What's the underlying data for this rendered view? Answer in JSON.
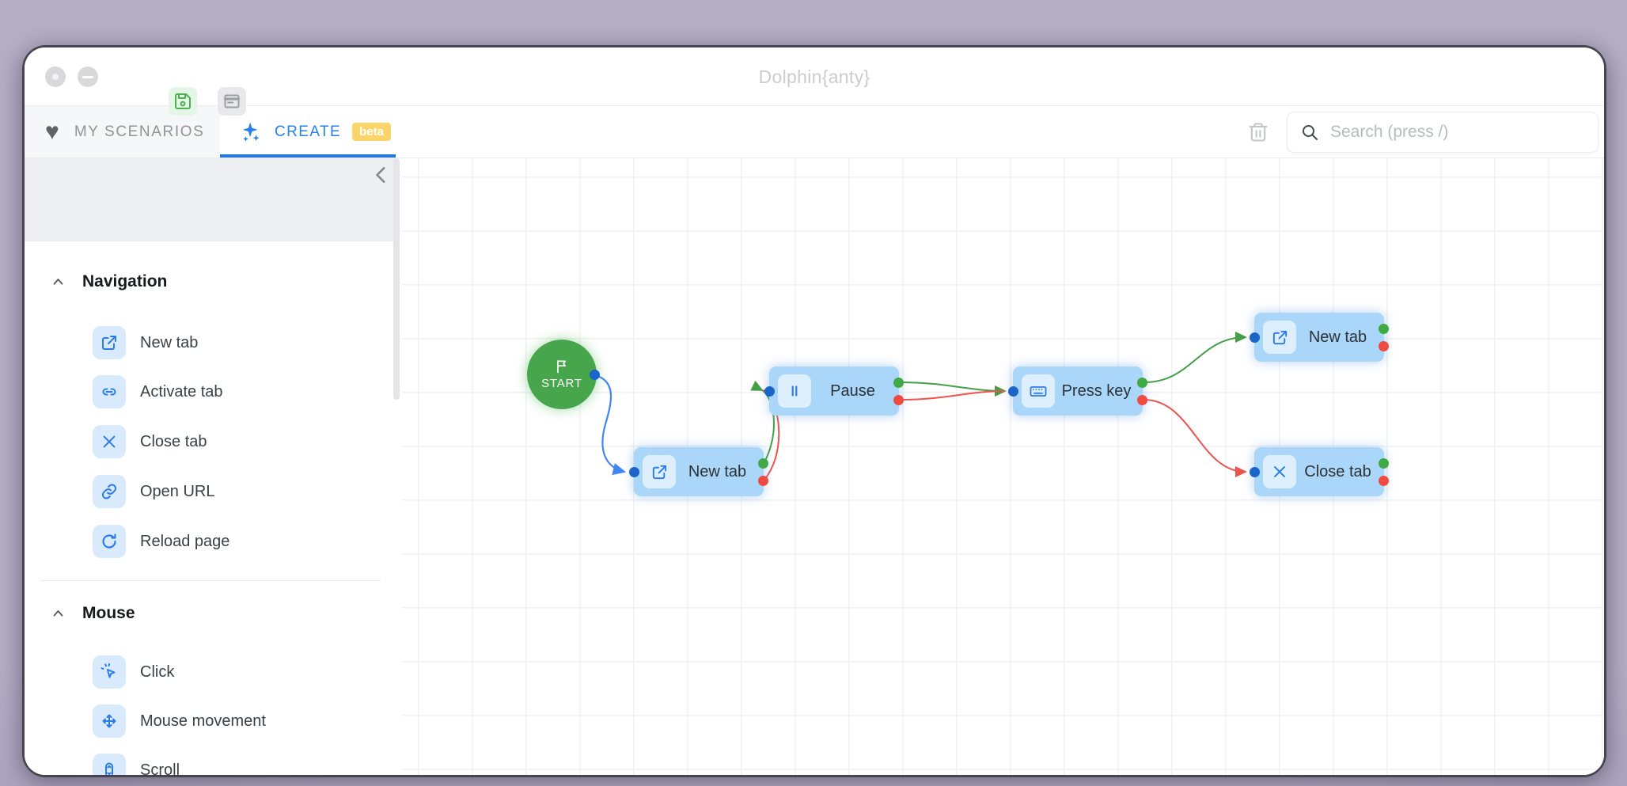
{
  "window": {
    "title": "Dolphin{anty}"
  },
  "tabs": {
    "my_scenarios": {
      "label": "MY SCENARIOS",
      "icon": "heart-icon",
      "active": false
    },
    "create": {
      "label": "CREATE",
      "icon": "sparkles-icon",
      "badge": "beta",
      "active": true
    }
  },
  "toolbar": {
    "search_placeholder": "Search (press /)",
    "trash_icon": "trash-icon",
    "search_icon": "magnifier-icon"
  },
  "sidebar": {
    "header_actions": [
      {
        "icon": "save-icon"
      },
      {
        "icon": "form-icon"
      }
    ],
    "collapse_icon": "chevron-left-icon",
    "sections": [
      {
        "title": "Navigation",
        "items": [
          {
            "label": "New tab",
            "icon": "external-link-icon"
          },
          {
            "label": "Activate tab",
            "icon": "link-tab-icon"
          },
          {
            "label": "Close tab",
            "icon": "close-icon"
          },
          {
            "label": "Open URL",
            "icon": "chain-link-icon"
          },
          {
            "label": "Reload page",
            "icon": "reload-icon"
          }
        ]
      },
      {
        "title": "Mouse",
        "items": [
          {
            "label": "Click",
            "icon": "cursor-click-icon"
          },
          {
            "label": "Mouse movement",
            "icon": "move-arrows-icon"
          },
          {
            "label": "Scroll",
            "icon": "scroll-icon"
          }
        ]
      }
    ]
  },
  "canvas": {
    "nodes": [
      {
        "id": "start",
        "label": "START",
        "type": "start",
        "icon": "flag-icon"
      },
      {
        "id": "new-tab-1",
        "label": "New tab",
        "icon": "external-link-icon"
      },
      {
        "id": "pause",
        "label": "Pause",
        "icon": "pause-icon"
      },
      {
        "id": "press-key",
        "label": "Press key",
        "icon": "keyboard-icon"
      },
      {
        "id": "new-tab-2",
        "label": "New tab",
        "icon": "external-link-icon"
      },
      {
        "id": "close-tab",
        "label": "Close tab",
        "icon": "close-icon"
      }
    ],
    "edges": [
      {
        "from": "start",
        "from_port": "out",
        "to": "new-tab-1",
        "color": "#4285f4"
      },
      {
        "from": "new-tab-1",
        "from_port": "success",
        "to": "pause",
        "color": "#43a047"
      },
      {
        "from": "new-tab-1",
        "from_port": "error",
        "to": "pause",
        "color": "#ef5350"
      },
      {
        "from": "pause",
        "from_port": "success",
        "to": "press-key",
        "color": "#43a047"
      },
      {
        "from": "pause",
        "from_port": "error",
        "to": "press-key",
        "color": "#ef5350"
      },
      {
        "from": "press-key",
        "from_port": "success",
        "to": "new-tab-2",
        "color": "#43a047"
      },
      {
        "from": "press-key",
        "from_port": "error",
        "to": "close-tab",
        "color": "#ef5350"
      }
    ],
    "port_colors": {
      "input": "#1b64c9",
      "success": "#3fa944",
      "error": "#ef4b42"
    }
  },
  "colors": {
    "accent_blue": "#2781ea",
    "node_bg": "#a9d6f9",
    "start_green": "#47a64b",
    "badge_bg": "#fbd569",
    "tab_underline": "#1f78e8"
  }
}
